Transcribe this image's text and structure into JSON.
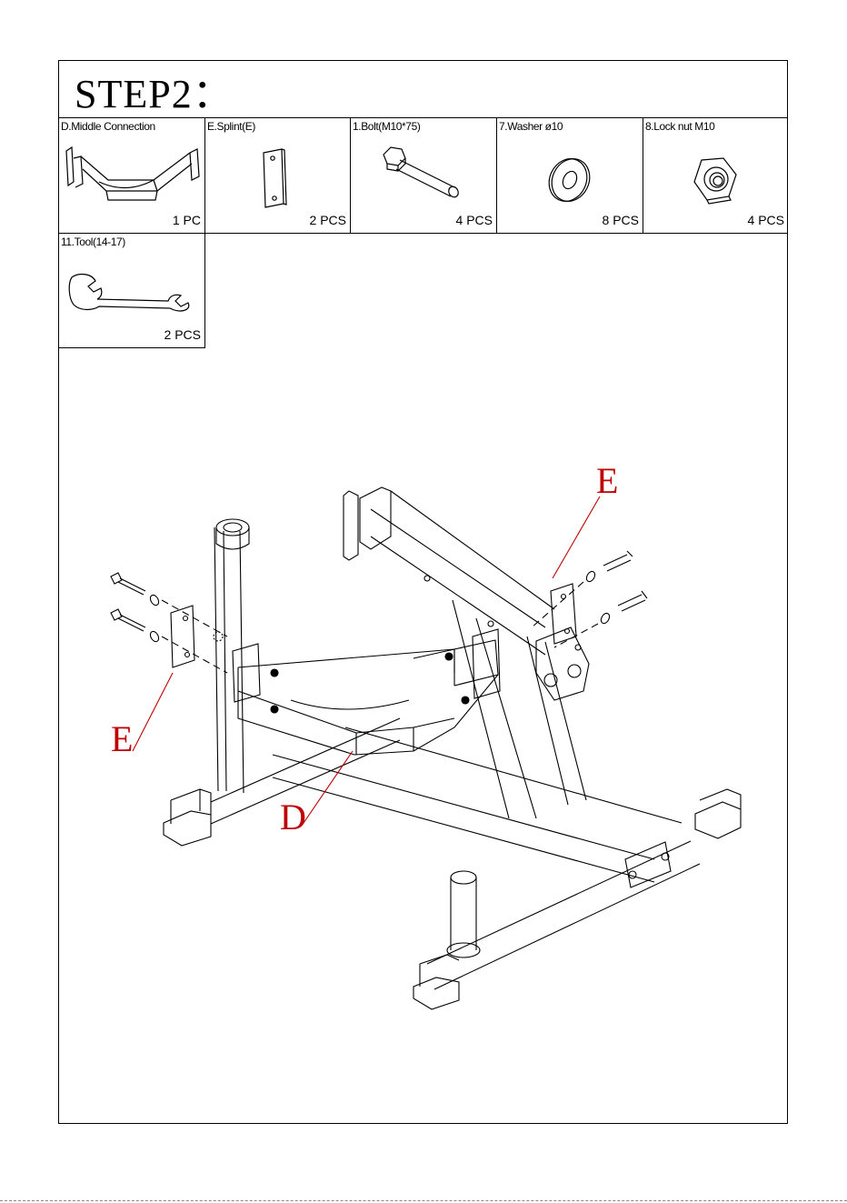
{
  "step_title": "STEP2：",
  "parts": [
    {
      "label": "D.Middle Connection",
      "qty": "1 PC",
      "icon": "middle-connection-icon"
    },
    {
      "label": "E.Splint(E)",
      "qty": "2 PCS",
      "icon": "splint-icon"
    },
    {
      "label": "1.Bolt(M10*75)",
      "qty": "4 PCS",
      "icon": "bolt-icon"
    },
    {
      "label": "7.Washer ø10",
      "qty": "8 PCS",
      "icon": "washer-icon"
    },
    {
      "label": "8.Lock nut M10",
      "qty": "4 PCS",
      "icon": "lock-nut-icon"
    },
    {
      "label": "11.Tool(14-17)",
      "qty": "2 PCS",
      "icon": "wrench-icon"
    }
  ],
  "callouts": {
    "splint_right": "E",
    "splint_left": "E",
    "middle_connection": "D"
  },
  "colors": {
    "line": "#000000",
    "callout": "#c00000"
  }
}
